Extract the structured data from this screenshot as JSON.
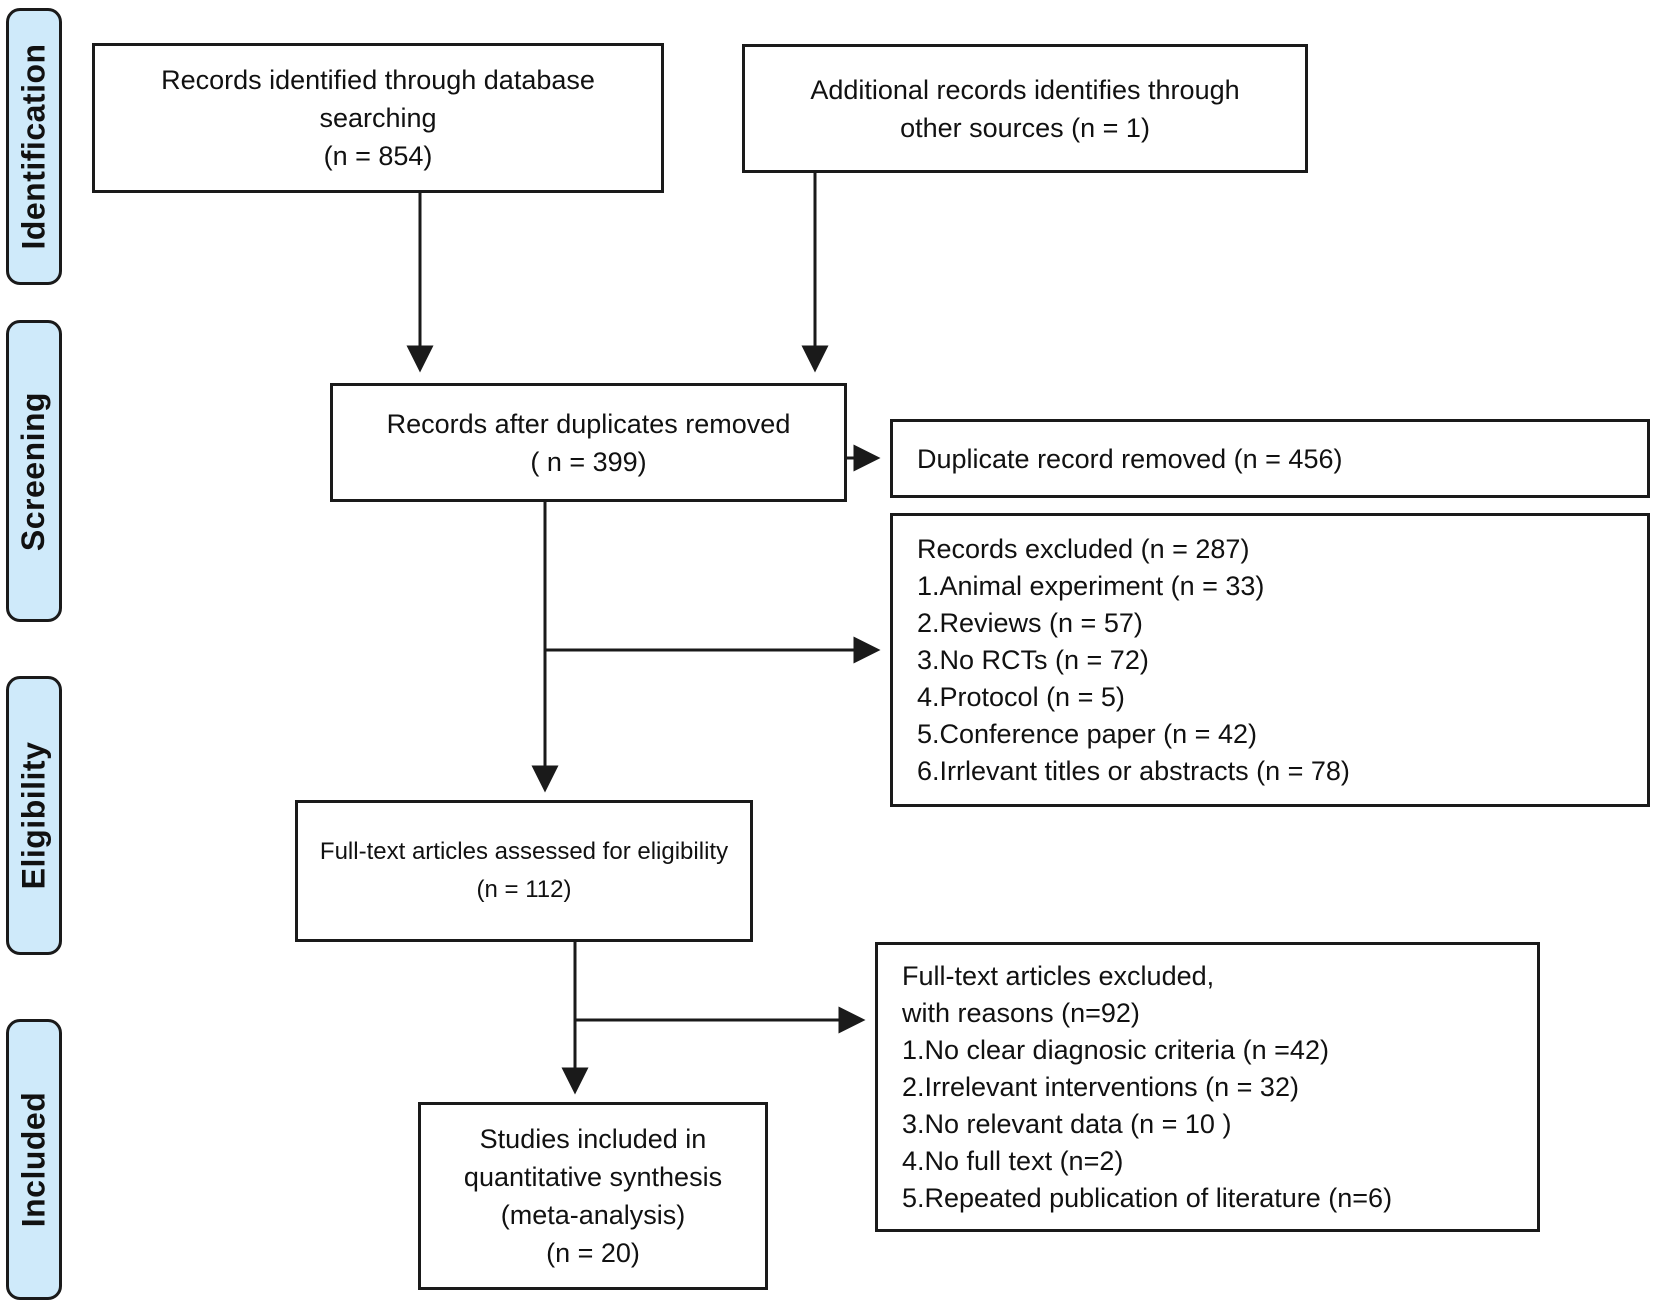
{
  "sidebar": {
    "stages": [
      {
        "label": "Identification"
      },
      {
        "label": "Screening"
      },
      {
        "label": "Eligibility"
      },
      {
        "label": "Included"
      }
    ]
  },
  "nodes": {
    "identified": {
      "lines": [
        "Records identified through database",
        "searching",
        "(n = 854)"
      ]
    },
    "additional": {
      "lines": [
        "Additional records identifies through",
        "other sources (n = 1)"
      ]
    },
    "dedup": {
      "lines": [
        "Records after duplicates removed",
        "( n = 399)"
      ]
    },
    "duplicates_removed": {
      "lines": [
        "Duplicate record removed (n = 456)"
      ]
    },
    "records_excluded": {
      "lines": [
        "Records excluded (n = 287)",
        "1.Animal experiment (n = 33)",
        "2.Reviews (n = 57)",
        "3.No RCTs (n = 72)",
        "4.Protocol (n = 5)",
        "5.Conference paper (n = 42)",
        "6.Irrlevant titles or abstracts (n = 78)"
      ]
    },
    "fulltext_assessed": {
      "lines": [
        "Full-text articles assessed for eligibility",
        "(n = 112)"
      ]
    },
    "fulltext_excluded": {
      "lines": [
        "Full-text articles excluded,",
        "with reasons (n=92)",
        "1.No clear diagnosic criteria (n =42)",
        "2.Irrelevant interventions (n = 32)",
        "3.No relevant data (n = 10 )",
        "4.No full text (n=2)",
        "5.Repeated publication of literature (n=6)"
      ]
    },
    "included_studies": {
      "lines": [
        "Studies included in",
        "quantitative synthesis",
        "(meta-analysis)",
        "(n = 20)"
      ]
    }
  },
  "colors": {
    "stage_fill": "#cfeafa",
    "box_border": "#1a1a1a",
    "background": "#ffffff"
  }
}
